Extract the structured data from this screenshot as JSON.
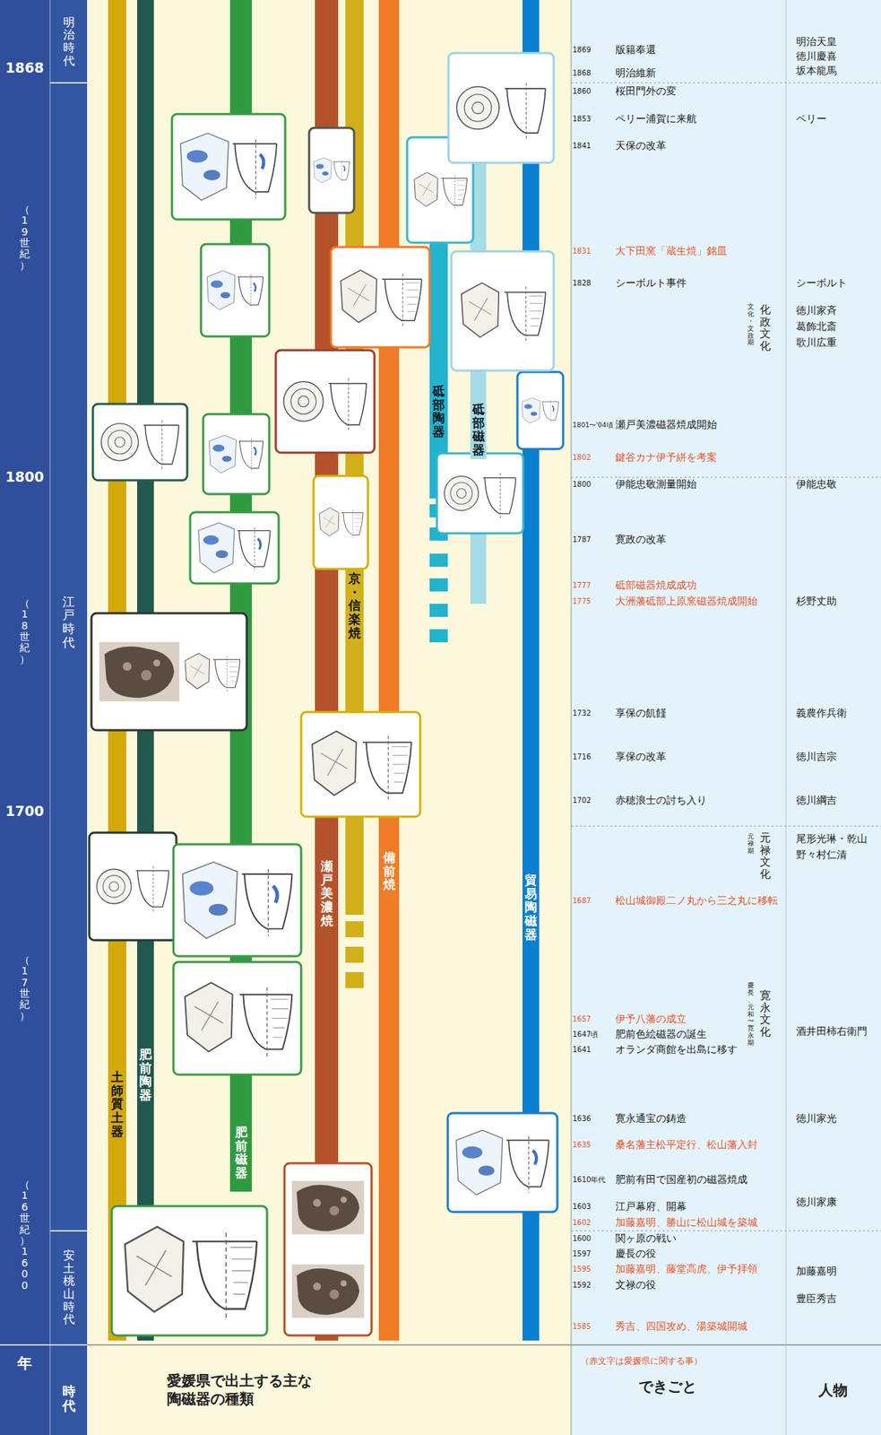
{
  "diagram": {
    "nodes": [
      {
        "text": [
          "土師質土器"
        ]
      },
      {
        "text": [
          "肥前陶器"
        ]
      },
      {
        "text": [
          "肥前磁器"
        ]
      },
      {
        "text": [
          "瀬戸美濃焼"
        ]
      },
      {
        "text": [
          "京・信楽焼"
        ]
      },
      {
        "text": [
          "備前焼"
        ]
      },
      {
        "text": [
          "砥部陶器"
        ]
      },
      {
        "text": [
          "砥部磁器"
        ]
      },
      {
        "text": [
          "貿易陶磁器"
        ]
      }
    ],
    "labels": [
      "年",
      "時代",
      "1868",
      "（19世紀）",
      "1800",
      "（18世紀）",
      "1700",
      "（17世紀）",
      "（16世紀）1600",
      "明治時代",
      "江戸時代",
      "安土桃山時代",
      "愛媛県で出土する主な陶磁器の種類",
      "（赤文字は愛媛県に関する事）",
      "できごと",
      "人物",
      "1585",
      "秀吉、四国攻め、湯築城開城",
      "1592",
      "文禄の役",
      "1595",
      "加藤嘉明、藤堂高虎、伊予拝領",
      "1597",
      "慶長の役",
      "1600",
      "関ヶ原の戦い",
      "1602",
      "加藤嘉明、勝山に松山城を築城",
      "1603",
      "江戸幕府、開幕",
      "1610年代",
      "肥前有田で国産初の磁器焼成",
      "1635",
      "桑名藩主松平定行、松山藩入封",
      "1636",
      "寛永通宝の鋳造",
      "1641",
      "オランダ商館を出島に移す",
      "1647頃",
      "肥前色絵磁器の誕生",
      "1657",
      "伊予八藩の成立",
      "1687",
      "松山城御殿二ノ丸から三之丸に移転",
      "1702",
      "赤穂浪士の討ち入り",
      "1716",
      "享保の改革",
      "1732",
      "享保の飢饉",
      "1775",
      "大洲藩砥部上原窯磁器焼成開始",
      "1777",
      "砥部磁器焼成成功",
      "1787",
      "寛政の改革",
      "1800",
      "伊能忠敬測量開始",
      "1801〜'04頃",
      "瀬戸美濃磁器焼成開始",
      "1802",
      "鍵谷カナ伊予絣を考案",
      "1828",
      "シーボルト事件",
      "1831",
      "大下田窯「蔵生焼」銘皿",
      "1841",
      "天保の改革",
      "1853",
      "ペリー浦賀に来航",
      "1860",
      "桜田門外の変",
      "1868",
      "明治維新",
      "1869",
      "版籍奉還",
      "元禄期",
      "元禄文化",
      "慶長、元和〜寛永期",
      "寛永文化",
      "文化・文政期",
      "化政文化",
      "明治天皇",
      "徳川慶喜",
      "坂本龍馬",
      "ペリー",
      "シーボルト",
      "徳川家斉",
      "葛飾北斎",
      "歌川広重",
      "伊能忠敬",
      "杉野丈助",
      "義農作兵衛",
      "徳川吉宗",
      "徳川綱吉",
      "尾形光琳・乾山",
      "野々村仁清",
      "酒井田柿右衛門",
      "徳川家光",
      "徳川家康",
      "加藤嘉明",
      "豊臣秀吉"
    ]
  }
}
